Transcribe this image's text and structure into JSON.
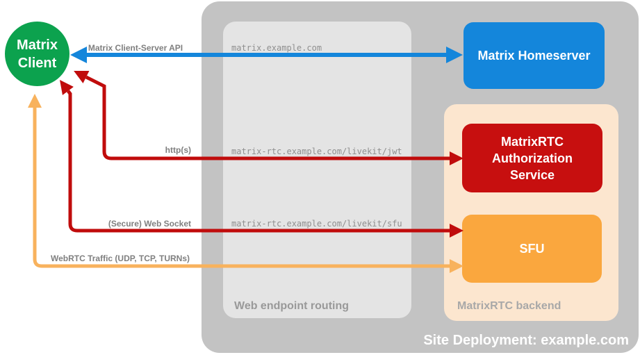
{
  "nodes": {
    "client": {
      "label": "Matrix Client",
      "color": "#0CA24E"
    },
    "homeserver": {
      "label": "Matrix Homeserver",
      "color": "#1486DB"
    },
    "auth_service": {
      "label": "MatrixRTC Authorization Service",
      "color": "#C70F0F"
    },
    "sfu": {
      "label": "SFU",
      "color": "#FAA73E"
    }
  },
  "containers": {
    "site_deployment": {
      "label": "Site Deployment: example.com",
      "color": "#C3C3C3"
    },
    "web_endpoint_routing": {
      "label": "Web endpoint routing",
      "color": "#E4E4E4"
    },
    "matrixrtc_backend": {
      "label": "MatrixRTC backend",
      "color": "#FCE6CF"
    }
  },
  "endpoints": {
    "homeserver_url": "matrix.example.com",
    "jwt_url": "matrix-rtc.example.com/livekit/jwt",
    "sfu_url": "matrix-rtc.example.com/livekit/sfu"
  },
  "arrows": {
    "client_server_api": {
      "label": "Matrix Client-Server API",
      "color": "#1486DB"
    },
    "https": {
      "label": "http(s)",
      "color": "#C00C0C"
    },
    "websocket": {
      "label": "(Secure) Web Socket",
      "color": "#C00C0C"
    },
    "webrtc": {
      "label": "WebRTC Traffic (UDP, TCP, TURNs)",
      "color": "#F8B25D"
    }
  }
}
